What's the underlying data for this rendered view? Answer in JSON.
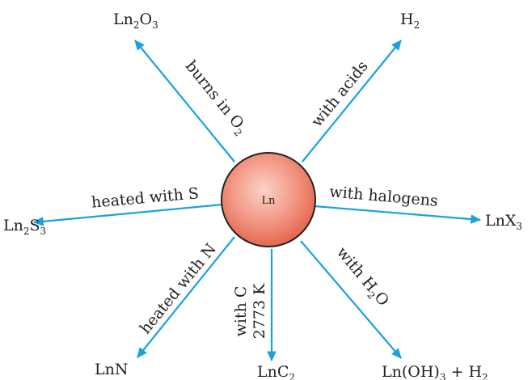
{
  "center": {
    "label": "Ln"
  },
  "reactions": [
    {
      "id": "o2",
      "condition": [
        "burns in O",
        "2"
      ],
      "product": [
        "Ln",
        "2",
        "O",
        "3"
      ]
    },
    {
      "id": "acids",
      "condition": [
        "with acids"
      ],
      "product": [
        "H",
        "2"
      ]
    },
    {
      "id": "halogens",
      "condition": [
        "with halogens"
      ],
      "product": [
        "LnX",
        "3"
      ]
    },
    {
      "id": "water",
      "condition": [
        "with H",
        "2",
        "O"
      ],
      "product": [
        "Ln(OH)",
        "3",
        " + H",
        "2"
      ]
    },
    {
      "id": "carbon",
      "condition": [
        "with C"
      ],
      "condition2": [
        "2773 K"
      ],
      "product": [
        "LnC",
        "2"
      ]
    },
    {
      "id": "nitrogen",
      "condition": [
        "heated with N"
      ],
      "product": [
        "LnN"
      ]
    },
    {
      "id": "sulfur",
      "condition": [
        "heated with S"
      ],
      "product": [
        "Ln",
        "2",
        "S",
        "3"
      ]
    }
  ],
  "colors": {
    "arrow": "#1ba1dc",
    "sphere_light": "#fbd0c3",
    "sphere_mid": "#f39a86",
    "sphere_dark": "#e46a55",
    "sphere_edge": "#222222"
  }
}
